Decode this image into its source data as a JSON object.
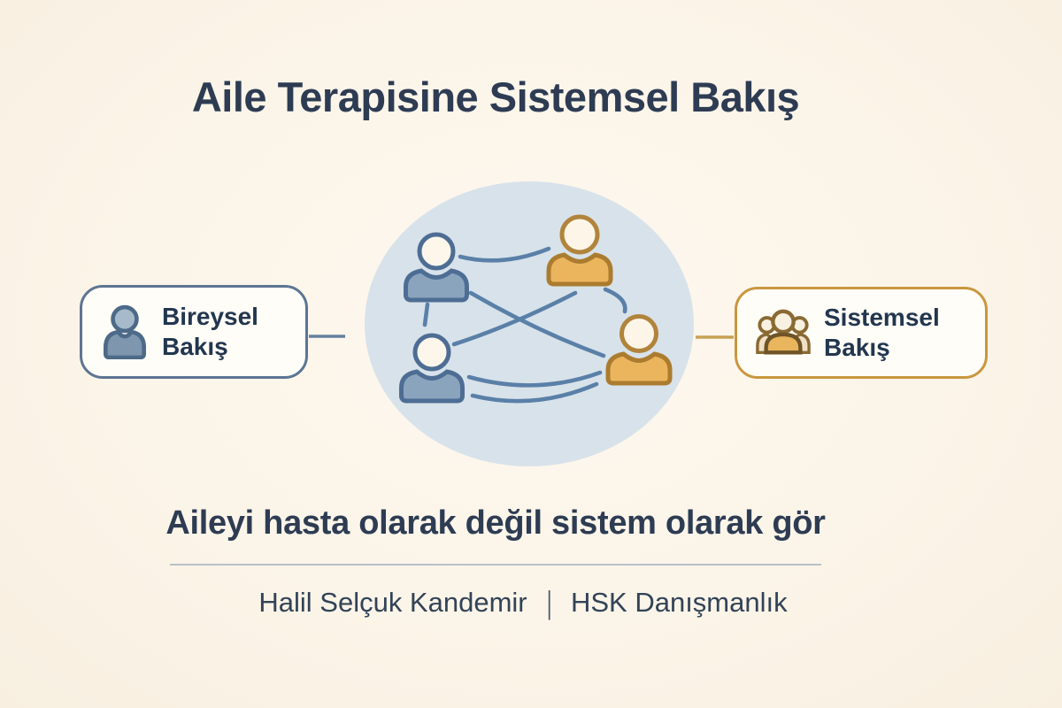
{
  "title": "Aile Terapisine Sistemsel Bakış",
  "subtitle": "Aileyi hasta olarak değil sistem olarak gör",
  "footer": {
    "author": "Halil Selçuk Kandemir",
    "separator": "|",
    "company": "HSK Danışmanlık"
  },
  "left_box": {
    "label_line1": "Bireysel",
    "label_line2": "Bakış",
    "icon": "single-person-icon"
  },
  "right_box": {
    "label_line1": "Sistemsel",
    "label_line2": "Bakış",
    "icon": "people-group-icon"
  },
  "diagram": {
    "type": "network",
    "description": "Four family members inside a light blue circle connected by curved relationship lines; left box linked to circle by a blue line, right box by a gold line",
    "nodes": [
      {
        "id": "member-top-left",
        "color": "blue"
      },
      {
        "id": "member-top-right",
        "color": "gold"
      },
      {
        "id": "member-bottom-left",
        "color": "blue"
      },
      {
        "id": "member-bottom-right",
        "color": "gold"
      }
    ],
    "edges": [
      [
        "member-top-left",
        "member-top-right"
      ],
      [
        "member-top-left",
        "member-bottom-left"
      ],
      [
        "member-top-left",
        "member-bottom-right"
      ],
      [
        "member-bottom-left",
        "member-top-right"
      ],
      [
        "member-top-right",
        "member-bottom-right"
      ],
      [
        "member-bottom-left",
        "member-bottom-right"
      ],
      [
        "member-bottom-left",
        "member-bottom-right"
      ]
    ]
  },
  "colors": {
    "background": "#fbf4e8",
    "text": "#2d3c53",
    "circle_fill": "#d8e2ea",
    "blue_member_fill": "#8ba4bd",
    "blue_member_outline": "#4e6d94",
    "gold_member_fill": "#ebb55e",
    "gold_member_outline": "#ab7c2f",
    "edge_line": "#5a80a8",
    "left_box_border": "#5c7593",
    "right_box_border": "#c9973f"
  }
}
